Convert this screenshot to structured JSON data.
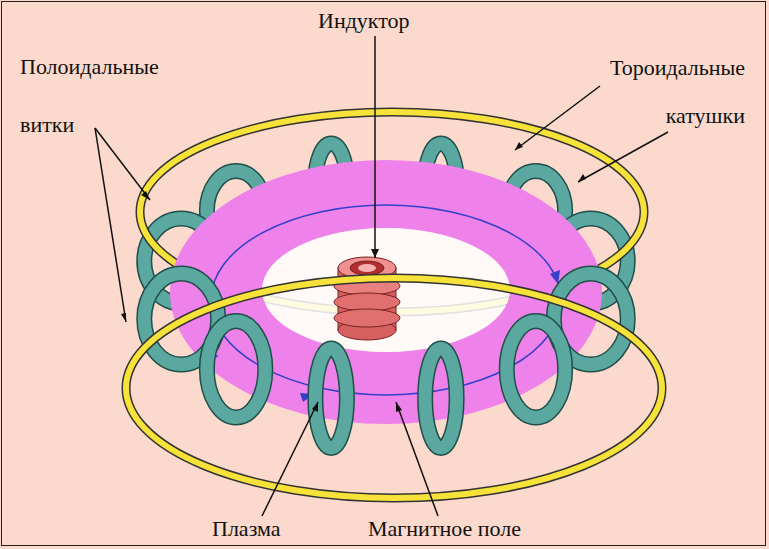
{
  "diagram": {
    "labels": [
      "Полоидальные витки",
      "Индуктор",
      "Тороидальные катушки",
      "Плазма",
      "Магнитное поле"
    ]
  }
}
